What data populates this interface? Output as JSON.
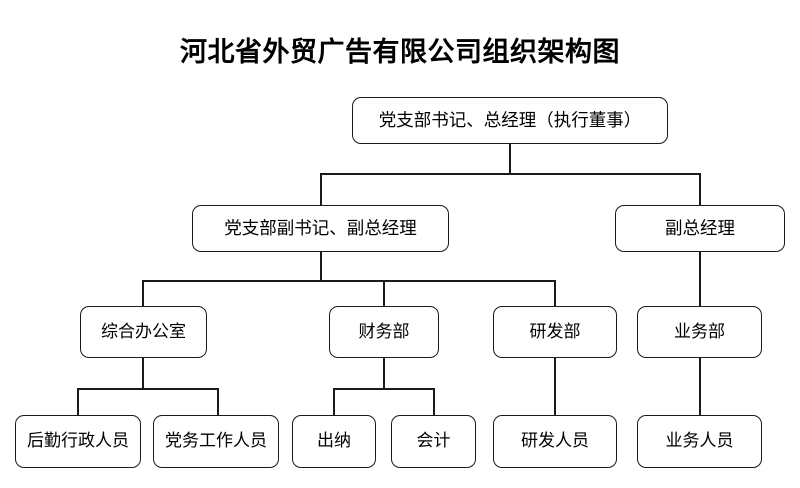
{
  "chart": {
    "title": "河北省外贸广告有限公司组织架构图",
    "type": "org-chart",
    "background_color": "#ffffff",
    "line_color": "#1a1a1a",
    "text_color": "#000000",
    "nodes": {
      "ceo": "党支部书记、总经理（执行董事）",
      "deputy_party": "党支部副书记、副总经理",
      "deputy_gm": "副总经理",
      "general_office": "综合办公室",
      "finance_dept": "财务部",
      "rd_dept": "研发部",
      "business_dept": "业务部",
      "logistics_staff": "后勤行政人员",
      "party_staff": "党务工作人员",
      "cashier": "出纳",
      "accountant": "会计",
      "rd_staff": "研发人员",
      "business_staff": "业务人员"
    }
  }
}
